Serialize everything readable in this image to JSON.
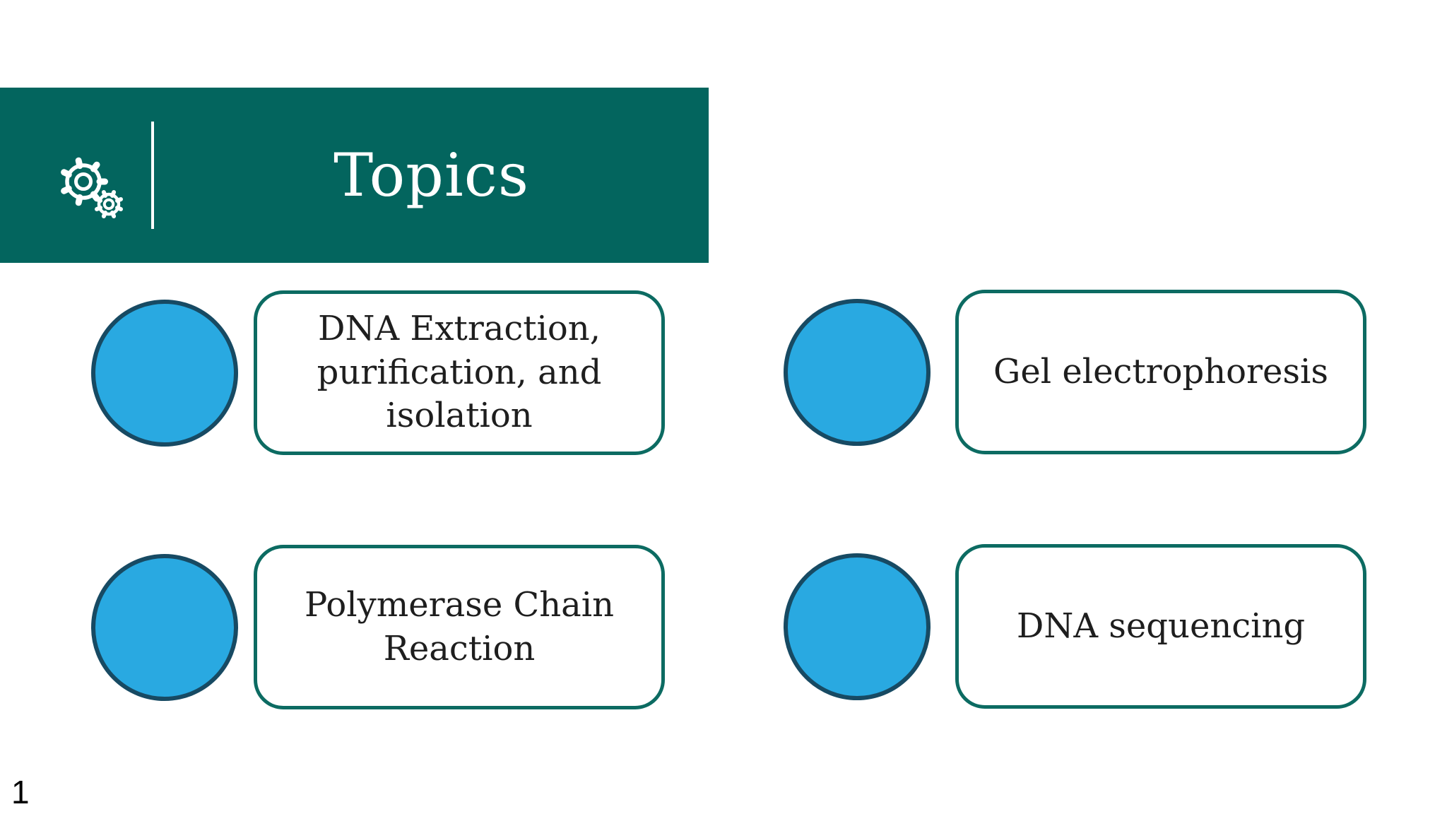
{
  "slide": {
    "title": "Topics",
    "page_number": "1",
    "topics": [
      {
        "label": "DNA Extraction, purification, and isolation"
      },
      {
        "label": "Gel electrophoresis"
      },
      {
        "label": "Polymerase Chain Reaction"
      },
      {
        "label": "DNA sequencing"
      }
    ],
    "icons": {
      "header_icon": "gears-icon"
    },
    "colors": {
      "header_bg": "#03655E",
      "accent_border": "#0C6B62",
      "circle_fill": "#29A9E1",
      "circle_border": "#174A63",
      "text_color": "#1E1E1E"
    }
  }
}
